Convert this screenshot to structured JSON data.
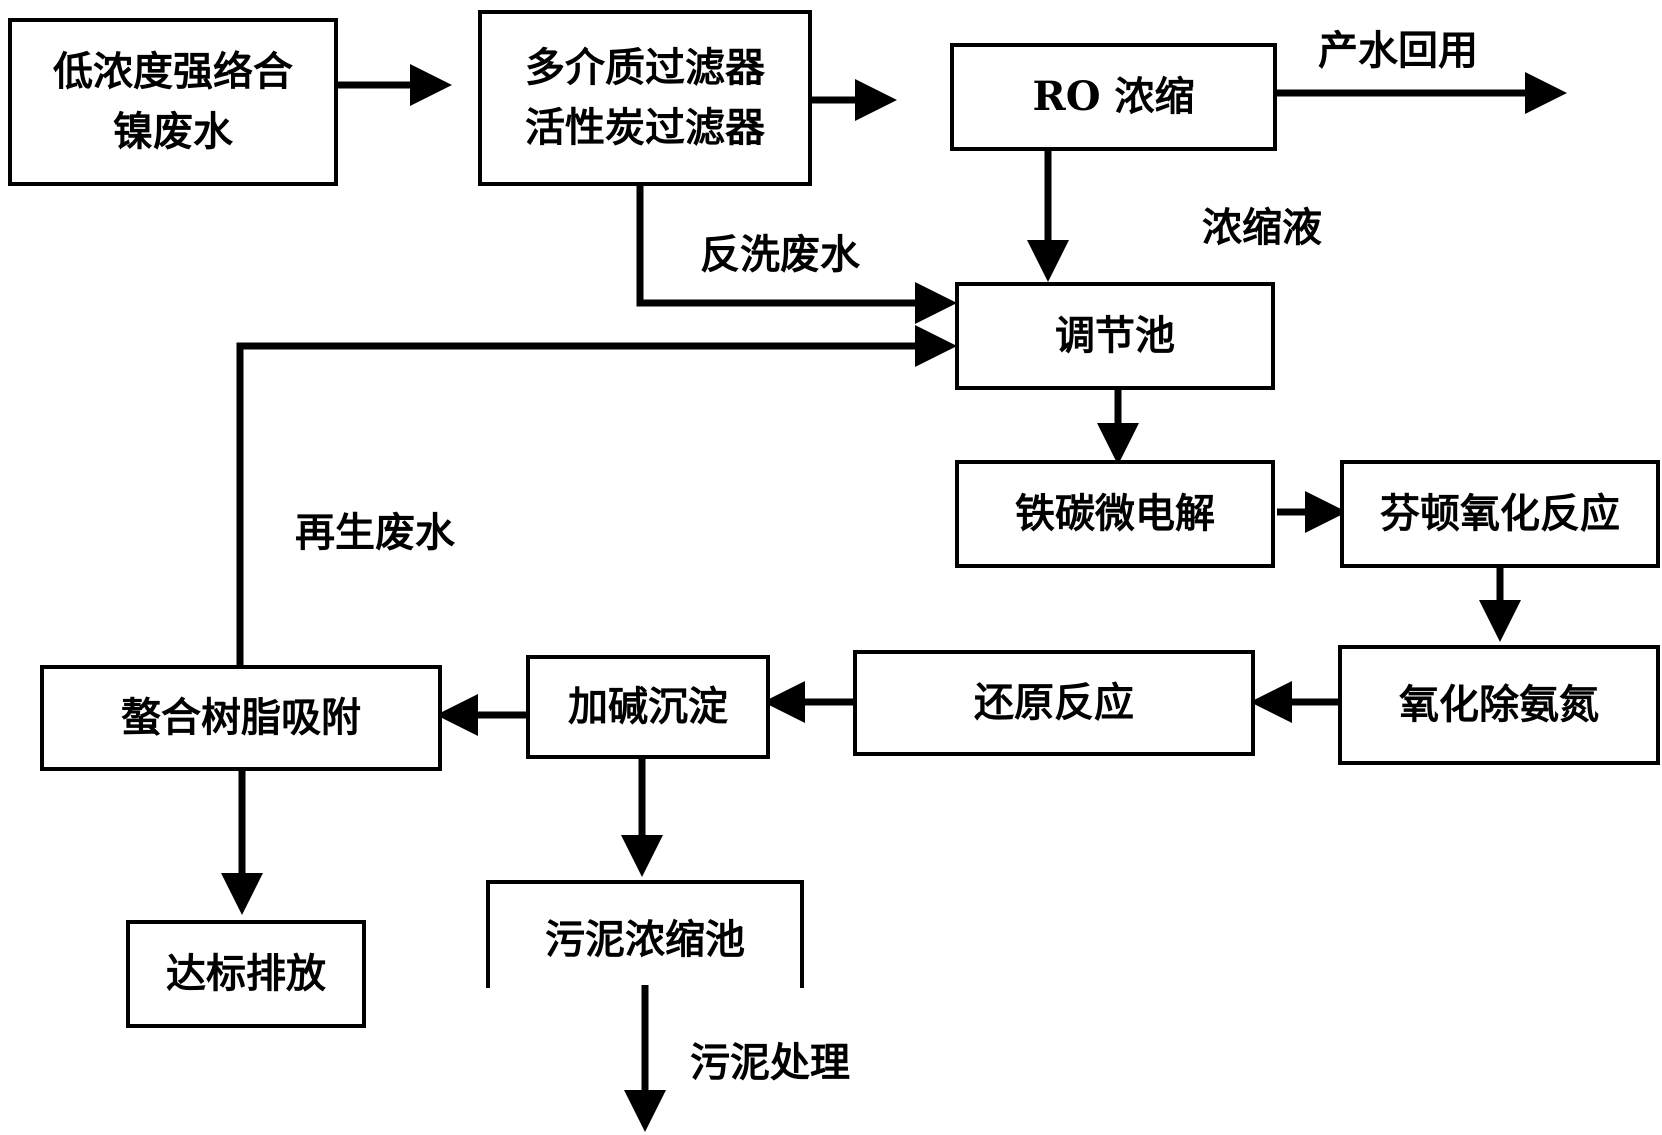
{
  "nodes": {
    "wastewater_in": "低浓度强络合\n镍废水",
    "filters": "多介质过滤器\n活性炭过滤器",
    "ro": "RO 浓缩",
    "equalization": "调节池",
    "fe_c": "铁碳微电解",
    "fenton": "芬顿氧化反应",
    "oxid_n": "氧化除氨氮",
    "reduction": "还原反应",
    "alkali": "加碱沉淀",
    "chelate": "螯合树脂吸附",
    "discharge": "达标排放",
    "sludge_tank": "污泥浓缩池"
  },
  "edge_labels": {
    "product_reuse": "产水回用",
    "concentrate": "浓缩液",
    "backwash": "反洗废水",
    "regen": "再生废水",
    "sludge_treat": "污泥处理"
  }
}
